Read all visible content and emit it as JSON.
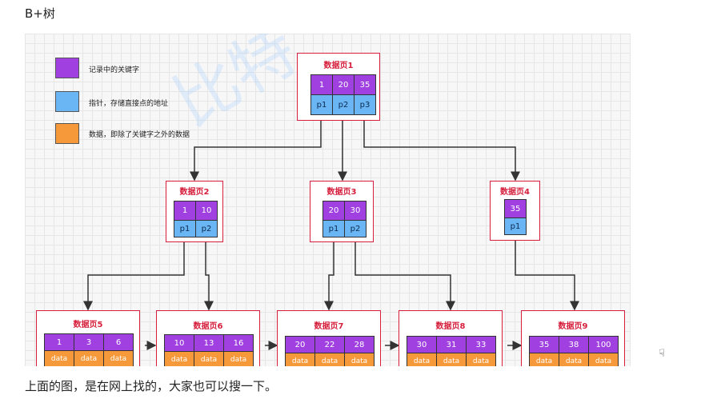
{
  "heading": "B+树",
  "caption": "上面的图，是在网上找的，大家也可以搜一下。",
  "watermark": "比特",
  "colors": {
    "key": "#a040e0",
    "pointer": "#6ab6f5",
    "data": "#f5993a",
    "page_border": "#d61f3c"
  },
  "legend": [
    {
      "color": "key",
      "label": "记录中的关键字"
    },
    {
      "color": "pointer",
      "label": "指针，存储直接点的地址"
    },
    {
      "color": "data",
      "label": "数据，即除了关键字之外的数据"
    }
  ],
  "pages": {
    "p1": {
      "title": "数据页1",
      "keys": [
        "1",
        "20",
        "35"
      ],
      "ptrs": [
        "p1",
        "p2",
        "p3"
      ]
    },
    "p2": {
      "title": "数据页2",
      "keys": [
        "1",
        "10"
      ],
      "ptrs": [
        "p1",
        "p2"
      ]
    },
    "p3": {
      "title": "数据页3",
      "keys": [
        "20",
        "30"
      ],
      "ptrs": [
        "p1",
        "p2"
      ]
    },
    "p4": {
      "title": "数据页4",
      "keys": [
        "35"
      ],
      "ptrs": [
        "p1"
      ]
    },
    "p5": {
      "title": "数据页5",
      "keys": [
        "1",
        "3",
        "6"
      ],
      "data": [
        "data",
        "data",
        "data"
      ]
    },
    "p6": {
      "title": "数据页6",
      "keys": [
        "10",
        "13",
        "16"
      ],
      "data": [
        "data",
        "data",
        "data"
      ]
    },
    "p7": {
      "title": "数据页7",
      "keys": [
        "20",
        "22",
        "28"
      ],
      "data": [
        "data",
        "data",
        "data"
      ]
    },
    "p8": {
      "title": "数据页8",
      "keys": [
        "30",
        "31",
        "33"
      ],
      "data": [
        "data",
        "data",
        "data"
      ]
    },
    "p9": {
      "title": "数据页9",
      "keys": [
        "35",
        "38",
        "100"
      ],
      "data": [
        "data",
        "data",
        "data"
      ]
    }
  }
}
